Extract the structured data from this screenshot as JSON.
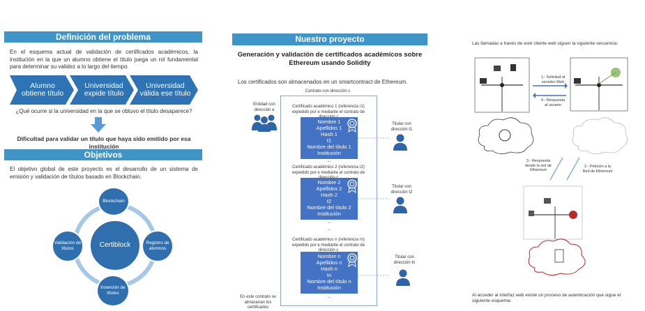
{
  "left": {
    "header1": "Definición del problema",
    "intro": "En el esquema actual de validación de certificados académicos, la institución en la que un alumno obtiene el título juega un rol fundamental para determinar su validez a lo largo del tiempo.",
    "steps": [
      "Alumno obtiene título",
      "Universidad expide título",
      "Universidad válida ese título"
    ],
    "question": "¿Qué ocurre si la universidad en la que se obtuvo el título desaparece?",
    "conclusion": "Dificultad para validar un título que haya sido emitido por esa institución",
    "header2": "Objetivos",
    "objective": "El objetivo global de este proyecto es el desarrollo de un sistema de emisión y validación de títulos basado en Blockchain.",
    "cycle": {
      "center": "Certiblock",
      "top": "Blockchain",
      "right": "Registro de alumnos",
      "bottom": "Inserción de títulos",
      "left": "Validación de títulos"
    }
  },
  "middle": {
    "header": "Nuestro proyecto",
    "title_line1": "Generación y validación de certificados académicos sobre",
    "title_line2": "Ethereum usando Solidity",
    "subtitle": "Los certificados son almacenados en un smartcontract de Ethereum.",
    "contract_label": "Contrato con dirección c",
    "entity_label": "Entidad con dirección e",
    "footer_note": "En este contrato se almacenan los certificados",
    "ellipsis": "...",
    "certs": [
      {
        "heading": "Certificado académico 1 (referencia r1) expedido por e mediante el contrato de dirección c",
        "lines": [
          "Nombre 1",
          "Apellidos 1",
          "Hash 1",
          "t1",
          "Nombre del título 1",
          "Institución"
        ],
        "holder": "Titular con dirección t1"
      },
      {
        "heading": "Certificado académico 2 (referencia r2) expedido por e mediante el contrato de dirección c",
        "lines": [
          "Nombre 2",
          "Apellidos 2",
          "Hash 2",
          "t2",
          "Nombre del título 2",
          "Institución"
        ],
        "holder": "Titular con dirección t2"
      },
      {
        "heading": "Certificado académico n (referencia rn) expedido por e mediante el contrato de dirección c",
        "lines": [
          "Nombre n",
          "Apellidos n",
          "Hash n",
          "tn",
          "Nombre del título n",
          "Institución"
        ],
        "holder": "Titular con dirección tn"
      }
    ]
  },
  "right": {
    "intro": "Las llamadas a través de este cliente web siguen la siguiente secuencia:",
    "step1": "1.- Solicitud al servidor Web",
    "step4": "4.- Respuesta al usuario",
    "step3": "3.- Respuesta desde la red de Ethereum",
    "step2": "2.- Petición a la Red de Ethereum",
    "footer": "Al acceder al interfaz web existe un proceso de autenticación que sigue el siguiente esquema:"
  }
}
